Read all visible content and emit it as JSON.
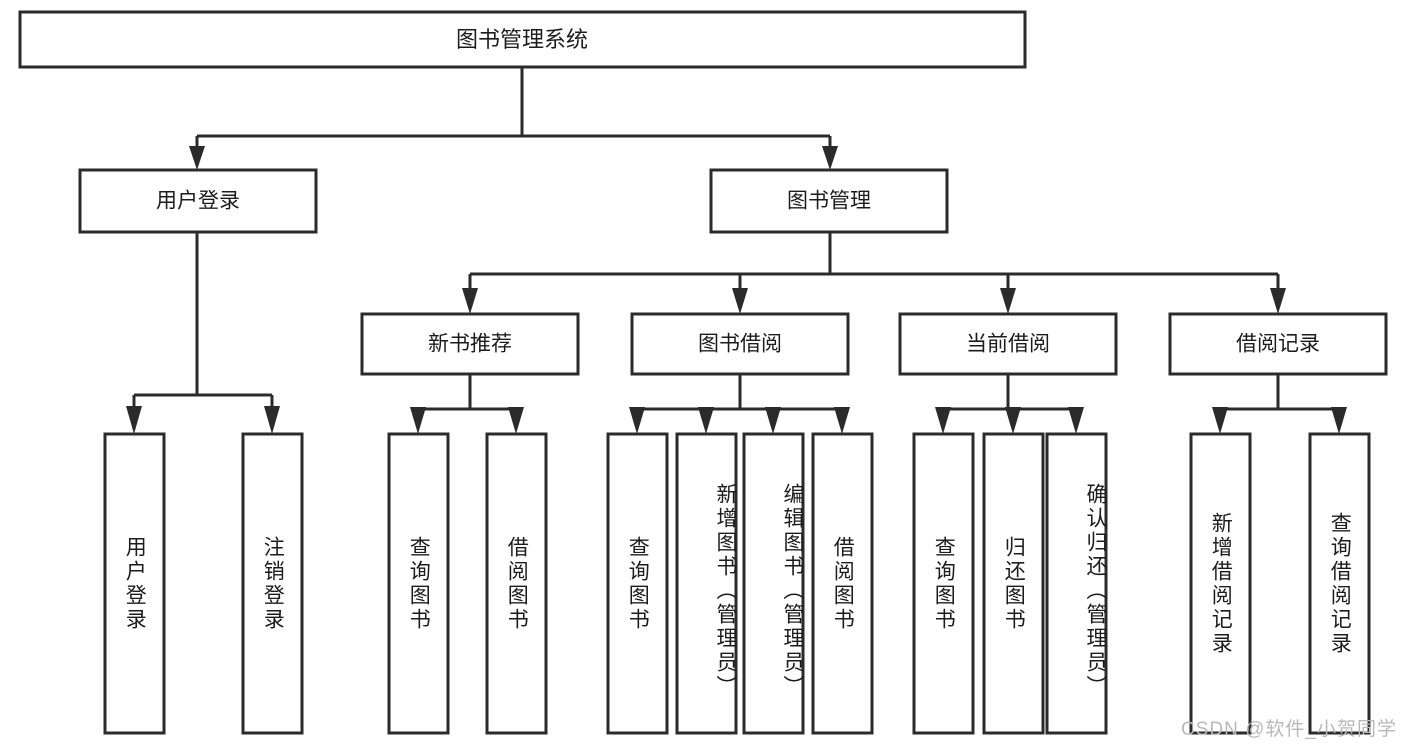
{
  "diagram": {
    "type": "tree-hierarchy",
    "title_node": {
      "label": "图书管理系统"
    },
    "level2": [
      {
        "label": "用户登录"
      },
      {
        "label": "图书管理"
      }
    ],
    "level3": [
      {
        "label": "新书推荐"
      },
      {
        "label": "图书借阅"
      },
      {
        "label": "当前借阅"
      },
      {
        "label": "借阅记录"
      }
    ],
    "leaves": {
      "user_login": [
        {
          "label": "用户登录"
        },
        {
          "label": "注销登录"
        }
      ],
      "new_book_recommend": [
        {
          "label": "查询图书"
        },
        {
          "label": "借阅图书"
        }
      ],
      "book_borrow": [
        {
          "label": "查询图书"
        },
        {
          "label": "新增图书（管理员）"
        },
        {
          "label": "编辑图书（管理员）"
        },
        {
          "label": "借阅图书"
        }
      ],
      "current_borrow": [
        {
          "label": "查询图书"
        },
        {
          "label": "归还图书"
        },
        {
          "label": "确认归还（管理员）"
        }
      ],
      "borrow_record": [
        {
          "label": "新增借阅记录"
        },
        {
          "label": "查询借阅记录"
        }
      ]
    }
  },
  "watermark": {
    "text": "CSDN @软件_小贺同学"
  },
  "colors": {
    "stroke": "#2b2b2b",
    "box_fill": "#ffffff",
    "text": "#1c1c1c",
    "watermark": "#b9b9b9",
    "background": "#ffffff"
  }
}
